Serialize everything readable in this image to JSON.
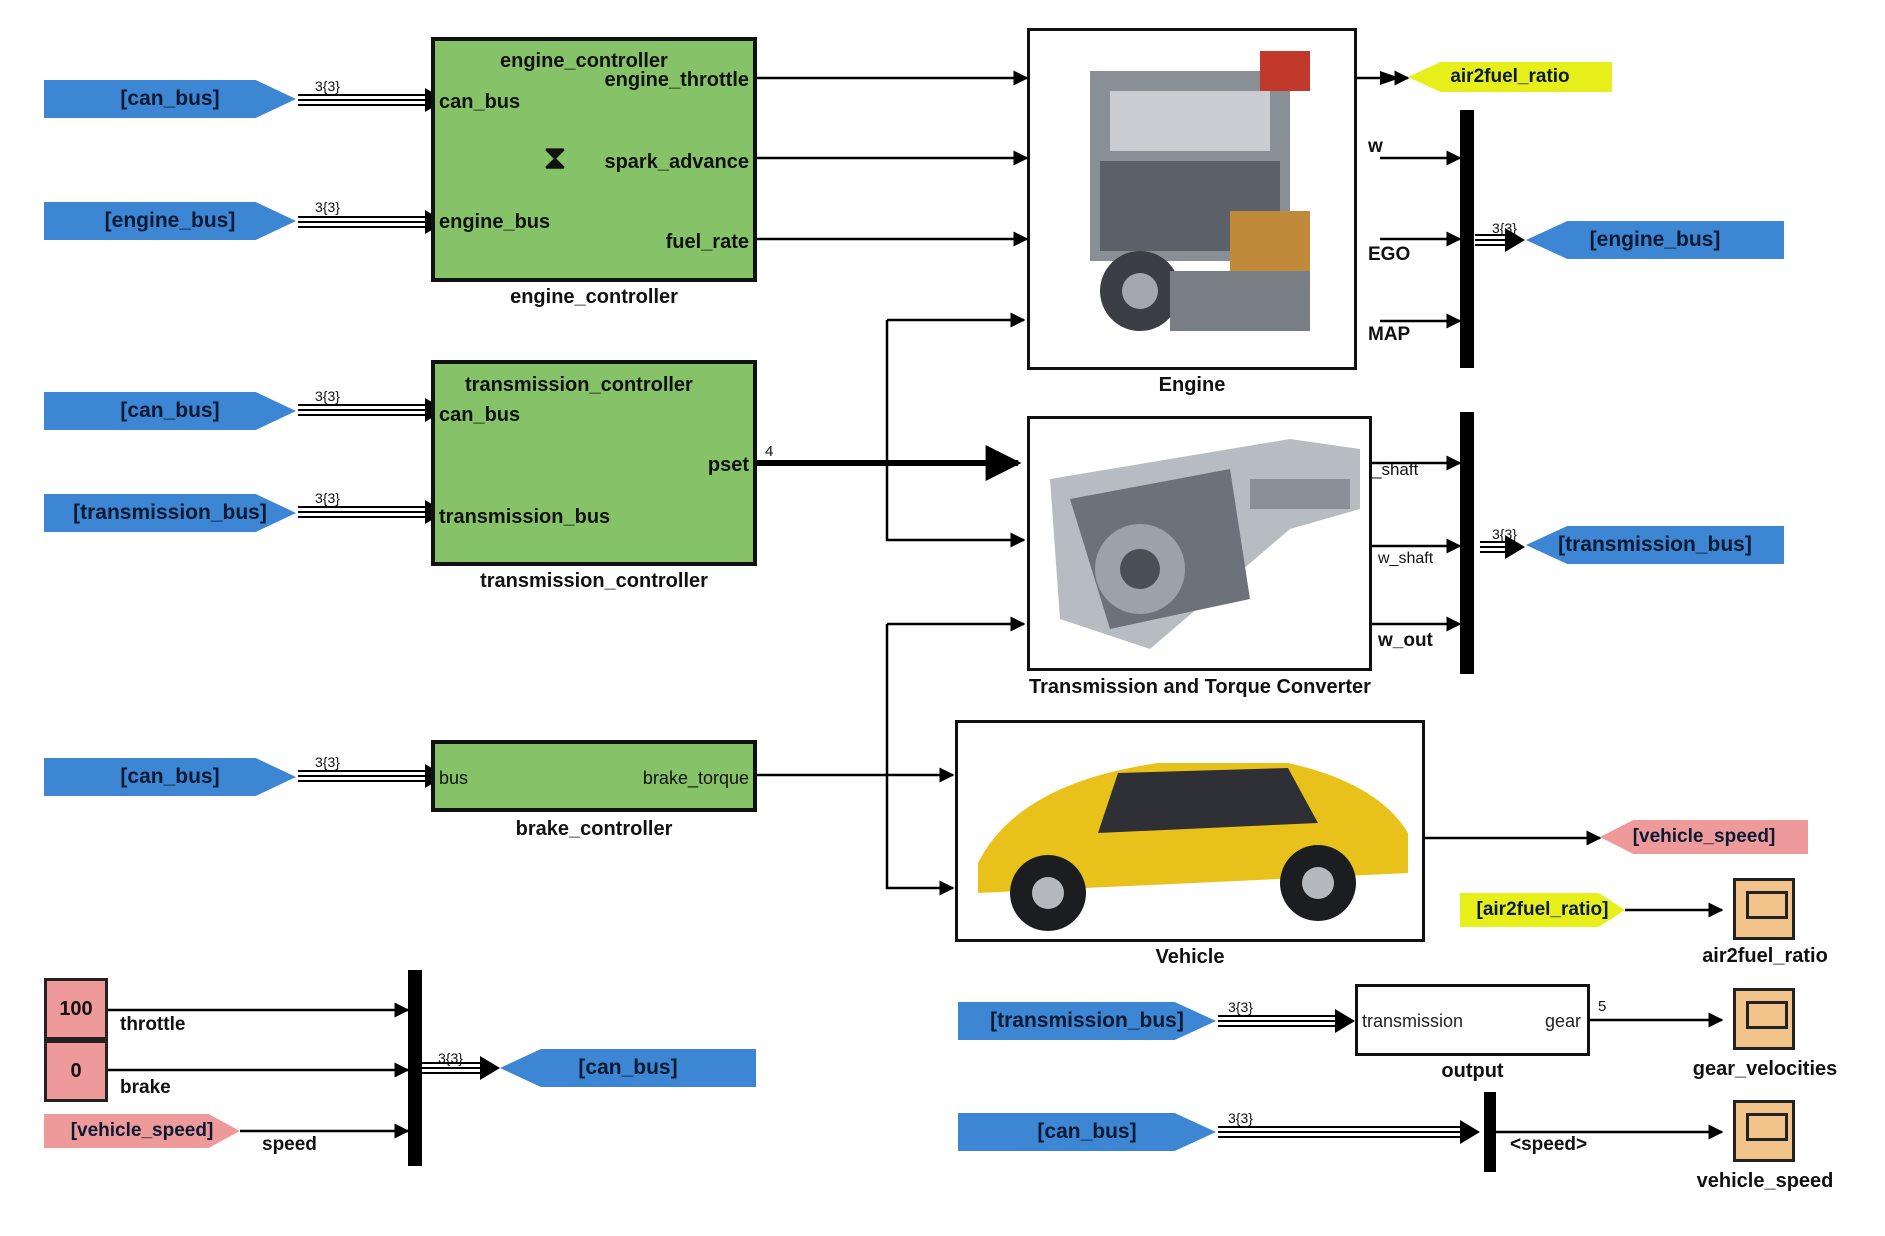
{
  "tags": {
    "can_bus": "[can_bus]",
    "engine_bus": "[engine_bus]",
    "transmission_bus": "[transmission_bus]",
    "vehicle_speed": "[vehicle_speed]",
    "air2fuel_ratio_goto": "air2fuel_ratio",
    "air2fuel_ratio_from": "[air2fuel_ratio]",
    "vehicle_speed_goto": "[vehicle_speed]"
  },
  "engine_controller": {
    "title": "engine_controller",
    "caption": "engine_controller",
    "in_ports": [
      "can_bus",
      "engine_bus"
    ],
    "out_ports": [
      "engine_throttle",
      "spark_advance",
      "fuel_rate"
    ],
    "hourglass": "⧗"
  },
  "transmission_controller": {
    "title": "transmission_controller",
    "caption": "transmission_controller",
    "in_ports": [
      "can_bus",
      "transmission_bus"
    ],
    "out_ports": [
      "pset"
    ],
    "width_label": "4"
  },
  "brake_controller": {
    "caption": "brake_controller",
    "in_port": "bus",
    "out_port": "brake_torque"
  },
  "engine": {
    "caption": "Engine",
    "outputs": [
      "w",
      "EGO",
      "MAP"
    ]
  },
  "transmission": {
    "caption": "Transmission and Torque Converter",
    "outputs": [
      "_shaft",
      "w_shaft",
      "w_out"
    ]
  },
  "vehicle": {
    "caption": "Vehicle"
  },
  "bus_width": "3{3}",
  "constants": [
    {
      "value": "100",
      "label": "throttle"
    },
    {
      "value": "0",
      "label": "brake"
    }
  ],
  "speed_label": "speed",
  "output_block": {
    "caption": "output",
    "in": "transmission",
    "out": "gear",
    "width": "5"
  },
  "selector_label": "<speed>",
  "scopes": [
    "air2fuel_ratio",
    "gear_velocities",
    "vehicle_speed"
  ]
}
